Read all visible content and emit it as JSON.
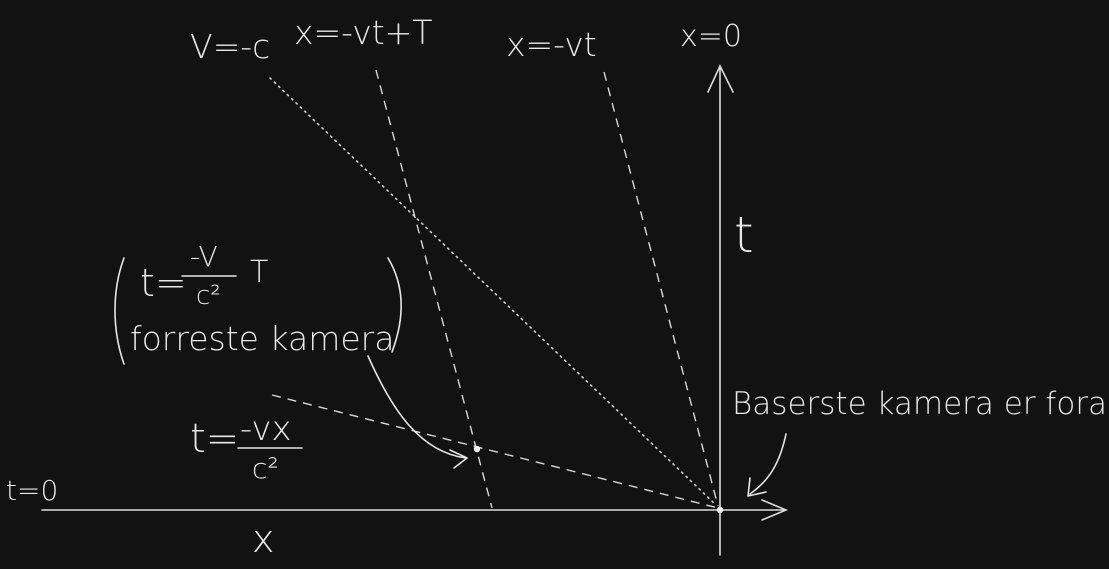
{
  "labels": {
    "light_line": "V=-c",
    "shifted_worldline": "x=-vt+T",
    "front_worldline": "x=-vt",
    "origin_worldline": "x=0",
    "time_axis": "t",
    "space_axis": "x",
    "simultaneity_line": "t=0",
    "event_time": "t=",
    "event_numerator": "-V",
    "event_denominator": "c²",
    "event_factor": "T",
    "event_caption": "forreste kamera",
    "slope_lhs": "t=",
    "slope_numerator": "-vx",
    "slope_denominator": "c²",
    "origin_note": "Baserste kamera er foran"
  },
  "colors": {
    "background": "#121212",
    "ink": "#e6e6e6"
  }
}
